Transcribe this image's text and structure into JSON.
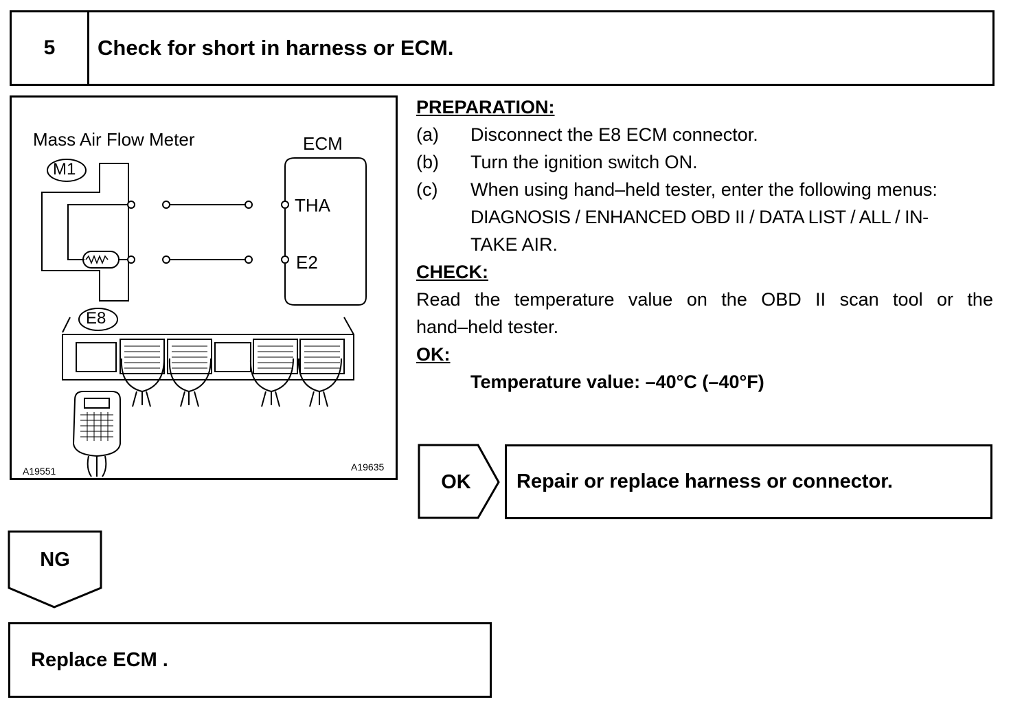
{
  "step": {
    "number": "5",
    "title": "Check for short in harness or ECM."
  },
  "diagram": {
    "mass_air_flow_label": "Mass Air Flow Meter",
    "ecm_label": "ECM",
    "m1_label": "M1",
    "e8_label": "E8",
    "tha_label": "THA",
    "e2_label": "E2",
    "fig_left_id": "A19551",
    "fig_right_id": "A19635"
  },
  "instructions": {
    "preparation_heading": "PREPARATION:",
    "steps": [
      {
        "label": "(a)",
        "text": "Disconnect the E8 ECM connector."
      },
      {
        "label": "(b)",
        "text": "Turn the ignition switch ON."
      },
      {
        "label": "(c)",
        "text": "When using hand–held tester, enter the following menus:"
      }
    ],
    "menu_line_1": "DIAGNOSIS / ENHANCED OBD II / DATA LIST / ALL / IN-",
    "menu_line_2": "TAKE AIR.",
    "check_heading": "CHECK:",
    "check_text_words": [
      "Read",
      "the",
      "temperature",
      "value",
      "on",
      "the",
      "OBD",
      "II",
      "scan",
      "tool",
      "or",
      "the"
    ],
    "check_text_line_2": "hand–held tester.",
    "ok_heading": "OK:",
    "ok_value": "Temperature value: –40°C (–40°F)"
  },
  "results": {
    "ok_label": "OK",
    "ok_action": "Repair or replace harness or connector.",
    "ng_label": "NG",
    "ng_action": "Replace ECM ."
  }
}
